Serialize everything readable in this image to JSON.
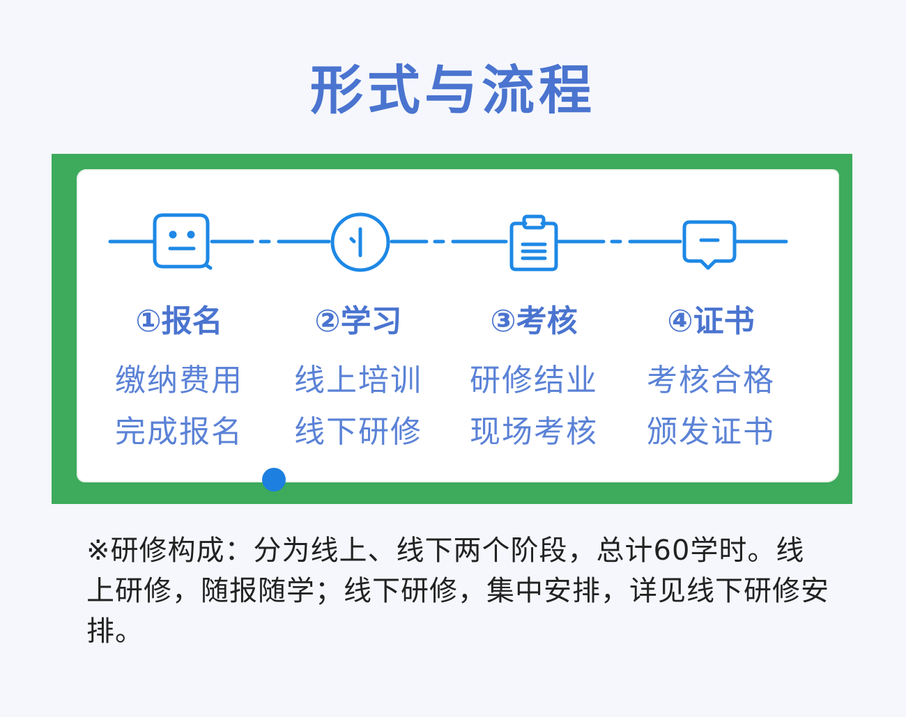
{
  "title": "形式与流程",
  "steps": [
    {
      "title": "①报名",
      "lines": [
        "缴纳费用",
        "完成报名"
      ],
      "icon": "id-card-icon"
    },
    {
      "title": "②学习",
      "lines": [
        "线上培训",
        "线下研修"
      ],
      "icon": "clock-icon"
    },
    {
      "title": "③考核",
      "lines": [
        "研修结业",
        "现场考核"
      ],
      "icon": "clipboard-icon"
    },
    {
      "title": "④证书",
      "lines": [
        "考核合格",
        "颁发证书"
      ],
      "icon": "message-icon"
    }
  ],
  "note": "※研修构成：分为线上、线下两个阶段，总计60学时。线上研修，随报随学；线下研修，集中安排，详见线下研修安排。",
  "colors": {
    "title": "#4a74cf",
    "icon": "#1e88e5",
    "board_frame": "#3daa5c",
    "board_inner": "#ffffff",
    "note_text": "#222222"
  }
}
